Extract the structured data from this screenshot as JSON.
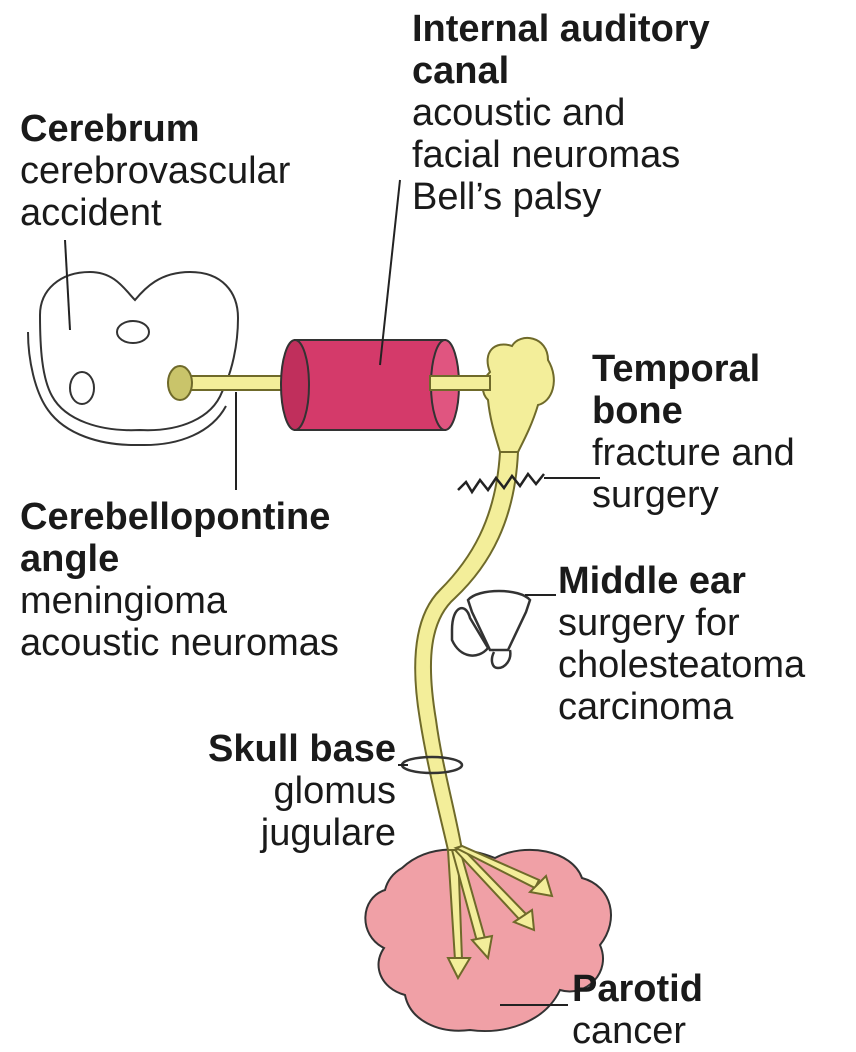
{
  "labels": {
    "internal_auditory_canal": {
      "heading_1": "Internal auditory",
      "heading_2": "canal",
      "desc_1": "acoustic and",
      "desc_2": "facial neuromas",
      "desc_3": "Bell’s palsy"
    },
    "cerebrum": {
      "heading": "Cerebrum",
      "desc_1": "cerebrovascular",
      "desc_2": "accident"
    },
    "temporal_bone": {
      "heading_1": "Temporal",
      "heading_2": "bone",
      "desc_1": "fracture and",
      "desc_2": "surgery"
    },
    "cerebellopontine_angle": {
      "heading_1": "Cerebellopontine",
      "heading_2": "angle",
      "desc_1": "meningioma",
      "desc_2": "acoustic neuromas"
    },
    "middle_ear": {
      "heading": "Middle ear",
      "desc_1": "surgery for",
      "desc_2": "cholesteatoma",
      "desc_3": "carcinoma"
    },
    "skull_base": {
      "heading": "Skull base",
      "desc_1": "glomus",
      "desc_2": "jugulare"
    },
    "parotid": {
      "heading": "Parotid",
      "desc_1": "cancer"
    }
  },
  "colors": {
    "nerve": "#f3ee9a",
    "nerve_outline": "#6f6a2a",
    "canal": "#d43a6a",
    "parotid": "#f0a0a6",
    "outline": "#333333"
  }
}
